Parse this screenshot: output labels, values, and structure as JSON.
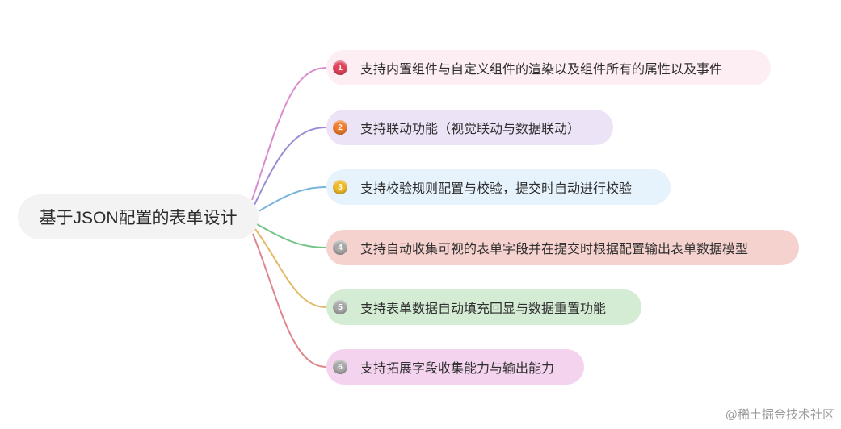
{
  "root": {
    "label": "基于JSON配置的表单设计"
  },
  "branches": [
    {
      "number": "1",
      "label": "支持内置组件与自定义组件的渲染以及组件所有的属性以及事件",
      "badge_color": "#e0435a",
      "fill_color": "#fdeef3",
      "line_color": "#d98cce"
    },
    {
      "number": "2",
      "label": "支持联动功能（视觉联动与数据联动）",
      "badge_color": "#ef7d2d",
      "fill_color": "#ece3f7",
      "line_color": "#9d8bd6"
    },
    {
      "number": "3",
      "label": "支持校验规则配置与校验，提交时自动进行校验",
      "badge_color": "#f0b928",
      "fill_color": "#e6f3fc",
      "line_color": "#77b4de"
    },
    {
      "number": "4",
      "label": "支持自动收集可视的表单字段并在提交时根据配置输出表单数据模型",
      "badge_color": "#a9a9a9",
      "fill_color": "#f6d2cf",
      "line_color": "#72c386"
    },
    {
      "number": "5",
      "label": "支持表单数据自动填充回显与数据重置功能",
      "badge_color": "#a9a9a9",
      "fill_color": "#d4ecd4",
      "line_color": "#e3b968"
    },
    {
      "number": "6",
      "label": "支持拓展字段收集能力与输出能力",
      "badge_color": "#a9a9a9",
      "fill_color": "#f4d3ef",
      "line_color": "#e0868d"
    }
  ],
  "watermark": "@稀土掘金技术社区"
}
